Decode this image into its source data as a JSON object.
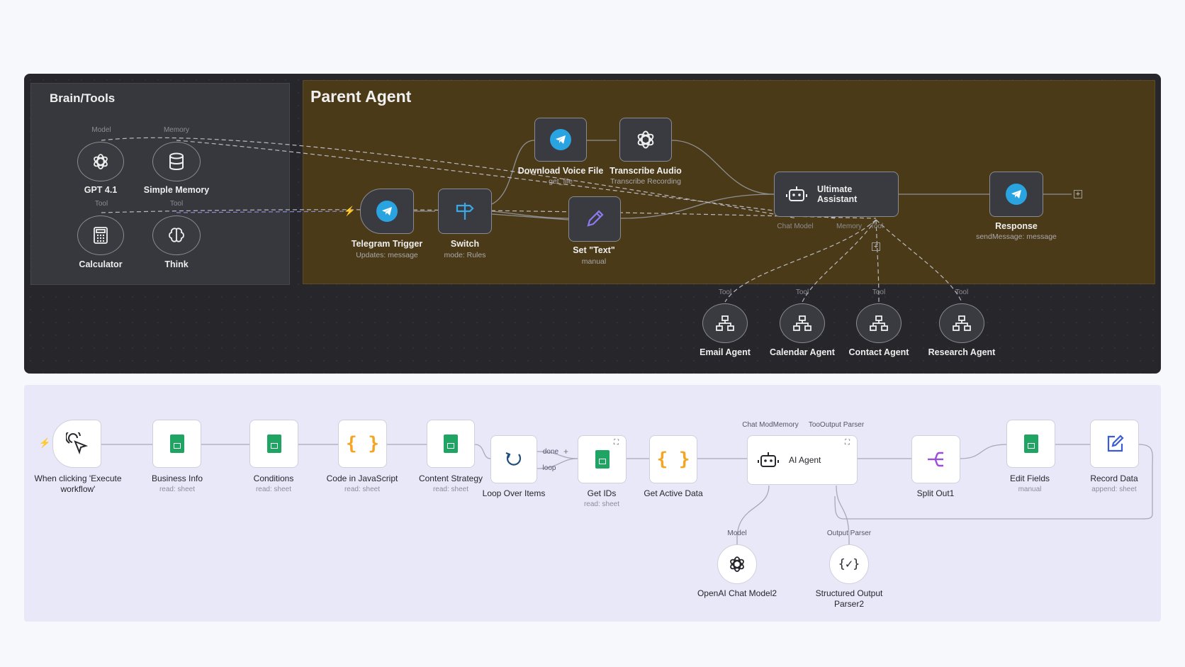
{
  "top_panel": {
    "brain_tools": {
      "title": "Brain/Tools",
      "nodes": [
        {
          "label": "GPT 4.1",
          "port": "Model",
          "icon": "openai-icon"
        },
        {
          "label": "Simple Memory",
          "port": "Memory",
          "icon": "database-icon"
        },
        {
          "label": "Calculator",
          "port": "Tool",
          "icon": "calculator-icon"
        },
        {
          "label": "Think",
          "port": "Tool",
          "icon": "brain-icon"
        }
      ]
    },
    "parent_agent": {
      "title": "Parent Agent",
      "telegram_trigger": {
        "label": "Telegram Trigger",
        "sub": "Updates: message"
      },
      "switch": {
        "label": "Switch",
        "sub": "mode: Rules"
      },
      "download_voice": {
        "label": "Download Voice File",
        "sub": "get_file"
      },
      "transcribe": {
        "label": "Transcribe Audio",
        "sub": "Transcribe Recording"
      },
      "set_text": {
        "label": "Set \"Text\"",
        "sub": "manual"
      },
      "ultimate": {
        "label_line1": "Ultimate",
        "label_line2": "Assistant",
        "ports": [
          "Chat Model",
          "Memory",
          "Tool"
        ]
      },
      "response": {
        "label": "Response",
        "sub": "sendMessage: message"
      }
    },
    "sub_agents": [
      {
        "label": "Email Agent",
        "port": "Tool"
      },
      {
        "label": "Calendar Agent",
        "port": "Tool"
      },
      {
        "label": "Contact Agent",
        "port": "Tool"
      },
      {
        "label": "Research Agent",
        "port": "Tool"
      }
    ]
  },
  "bottom_panel": {
    "nodes": {
      "trigger": {
        "line1": "When clicking 'Execute",
        "line2": "workflow'"
      },
      "business_info": {
        "label": "Business Info",
        "sub": "read: sheet"
      },
      "conditions": {
        "label": "Conditions",
        "sub": "read: sheet"
      },
      "code_js": {
        "label": "Code in JavaScript",
        "sub": "read: sheet"
      },
      "content_strategy": {
        "label": "Content Strategy",
        "sub": "read: sheet"
      },
      "loop": {
        "label": "Loop Over Items",
        "done": "done",
        "loop": "loop"
      },
      "get_ids": {
        "label": "Get IDs",
        "sub": "read: sheet"
      },
      "get_active": {
        "label": "Get Active Data"
      },
      "ai_agent": {
        "label": "AI Agent",
        "port_top_left": "Chat ModMemory",
        "port_top_right": "TooOutput Parser"
      },
      "split_out": {
        "label": "Split Out1"
      },
      "edit_fields": {
        "label": "Edit Fields",
        "sub": "manual"
      },
      "record_data": {
        "label": "Record Data",
        "sub": "append: sheet"
      },
      "openai_model": {
        "label": "OpenAI Chat Model2",
        "port": "Model"
      },
      "structured_parser": {
        "line1": "Structured Output",
        "line2": "Parser2",
        "port": "Output Parser"
      }
    }
  },
  "colors": {
    "dark_canvas": "#27272b",
    "brain_sticky": "#37383d",
    "parent_sticky": "#4b3a17",
    "light_canvas": "#e8e8f9",
    "telegram": "#2aa4e0",
    "sheets_green": "#1fa463",
    "code_orange": "#f5a524",
    "split_purple": "#9b4fd6"
  }
}
